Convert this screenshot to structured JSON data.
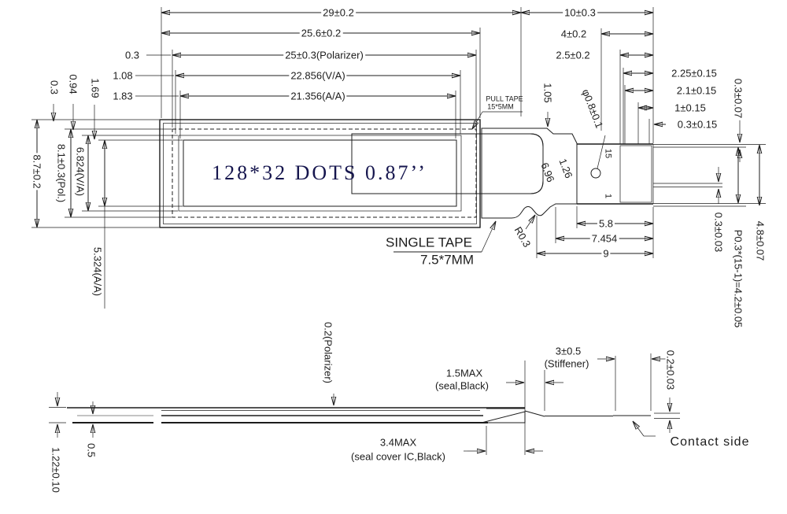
{
  "title": "128*32 DOTS 0.87'' OLED module outline drawing",
  "top_view": {
    "display_text": "128*32 DOTS 0.87’’",
    "dim_29": "29±0.2",
    "dim_25_6": "25.6±0.2",
    "dim_25": "25±0.3(Polarizer)",
    "dim_22_856": "22.856(V/A)",
    "dim_21_356": "21.356(A/A)",
    "off_0_3": "0.3",
    "off_1_08": "1.08",
    "off_1_83": "1.83",
    "v_0_3": "0.3",
    "v_0_94": "0.94",
    "v_1_69": "1.69",
    "dim_8_7": "8.7±0.2",
    "dim_8_1": "8.1±0.3(Pol.)",
    "dim_6_824": "6.824(V/A)",
    "dim_5_324": "5.324(A/A)",
    "dim_10": "10±0.3",
    "dim_4": "4±0.2",
    "dim_2_5": "2.5±0.2",
    "dim_2_25": "2.25±0.15",
    "dim_2_1": "2.1±0.15",
    "dim_1": "1±0.15",
    "dim_0_3_15": "0.3±0.15",
    "dim_0_3_07": "0.3±0.07",
    "dim_4_8": "4.8±0.07",
    "dim_pitch": "P0.3*(15-1)=4.2±0.05",
    "dim_0_3_03": "0.3±0.03",
    "pull_tape_line1": "PULL TAPE",
    "pull_tape_line2": "15*5MM",
    "single_tape_line1": "SINGLE TAPE",
    "single_tape_line2": "7.5*7MM",
    "dim_1_05": "1.05",
    "dim_phi": "φ0.8±0.1",
    "dim_6_96": "6.96",
    "dim_1_26": "1.26",
    "pin_15": "15",
    "pin_1": "1",
    "dim_r0_3": "R0.3",
    "dim_5_8": "5.8",
    "dim_7_454": "7.454",
    "dim_9": "9"
  },
  "side_view": {
    "dim_0_2_polarizer": "0.2(Polarizer)",
    "dim_1_5max_line1": "1.5MAX",
    "dim_1_5max_line2": "(seal,Black)",
    "dim_3_stiffener_line1": "3±0.5",
    "dim_3_stiffener_line2": "(Stiffener)",
    "dim_0_2_contact": "0.2±0.03",
    "dim_3_4max_line1": "3.4MAX",
    "dim_3_4max_line2": "(seal cover IC,Black)",
    "dim_1_22": "1.22±0.10",
    "dim_0_5": "0.5",
    "contact_side": "Contact side"
  }
}
